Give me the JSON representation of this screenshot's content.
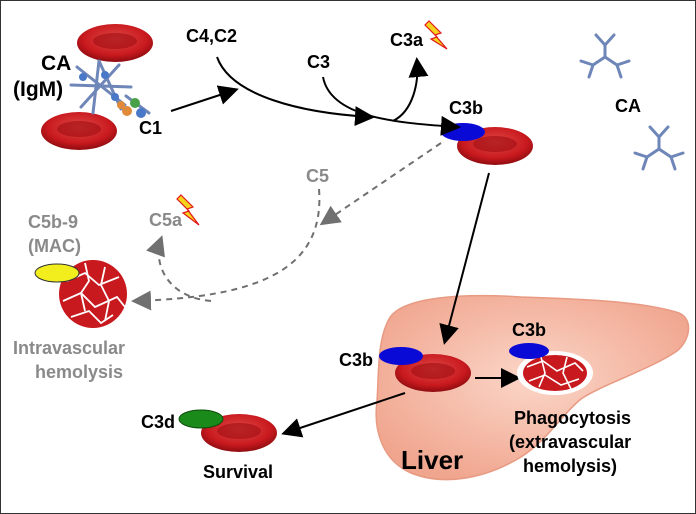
{
  "labels": {
    "ca_top": "CA",
    "igm": "(IgM)",
    "c1": "C1",
    "c4c2": "C4,C2",
    "c3": "C3",
    "c3a": "C3a",
    "c3b_top": "C3b",
    "ca_right": "CA",
    "c5": "C5",
    "c5a": "C5a",
    "c5b9": "C5b-9",
    "mac": "(MAC)",
    "intravascular_1": "Intravascular",
    "intravascular_2": "hemolysis",
    "c3b_liver": "C3b",
    "c3b_phago": "C3b",
    "phago_1": "Phagocytosis",
    "phago_2": "(extravascular",
    "phago_3": "hemolysis)",
    "c3d": "C3d",
    "survival": "Survival",
    "liver": "Liver"
  },
  "colors": {
    "rbc": "#c8191e",
    "c3b_marker": "#0a0ad6",
    "c3d_marker": "#1a8a1a",
    "mac_marker": "#f2ee1e",
    "liver": "#f6b8a4",
    "antibody": "#6e86b8",
    "lightning": "#f5d21c",
    "gray_text": "#8a8a8a"
  }
}
